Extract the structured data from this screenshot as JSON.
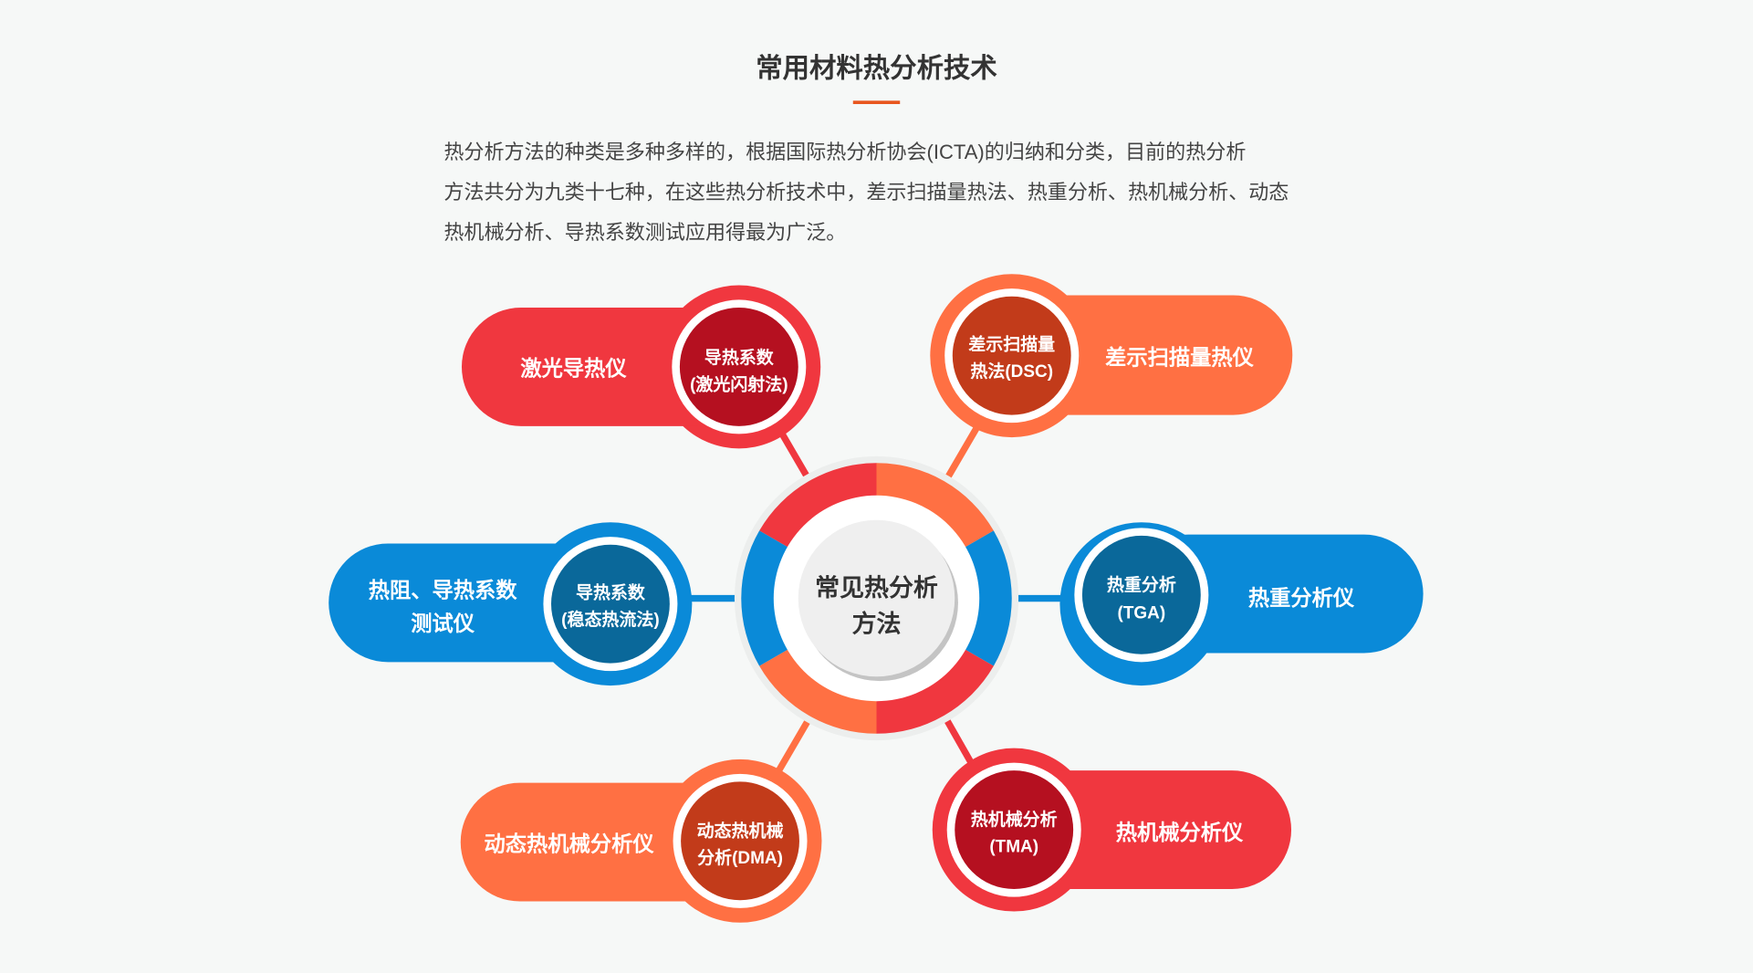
{
  "header": {
    "title": "常用材料热分析技术",
    "paragraph": [
      "热分析方法的种类是多种多样的，根据国际热分析协会(ICTA)的归纳和分类，目前的热分析",
      "方法共分为九类十七种，在这些热分析技术中，差示扫描量热法、热重分析、热机械分析、动态",
      "热机械分析、导热系数测试应用得最为广泛。"
    ]
  },
  "center": {
    "lines": [
      "常见热分析",
      "方法"
    ]
  },
  "colors": {
    "accent": "#e8561f",
    "red": "#f0373f",
    "dark_red": "#b51020",
    "orange": "#ff7043",
    "dark_orange": "#c23b1a",
    "blue": "#0a8ad8",
    "dark_blue": "#0a689a"
  },
  "nodes": [
    {
      "instrument": "激光导热仪",
      "method": [
        "导热系数",
        "(激光闪射法)"
      ]
    },
    {
      "instrument": "差示扫描量热仪",
      "method": [
        "差示扫描量",
        "热法(DSC)"
      ]
    },
    {
      "instrument": [
        "热阻、导热系数",
        "测试仪"
      ],
      "method": [
        "导热系数",
        "(稳态热流法)"
      ]
    },
    {
      "instrument": "热重分析仪",
      "method": [
        "热重分析",
        "(TGA)"
      ]
    },
    {
      "instrument": "动态热机械分析仪",
      "method": [
        "动态热机械",
        "分析(DMA)"
      ]
    },
    {
      "instrument": "热机械分析仪",
      "method": [
        "热机械分析",
        "(TMA)"
      ]
    }
  ]
}
